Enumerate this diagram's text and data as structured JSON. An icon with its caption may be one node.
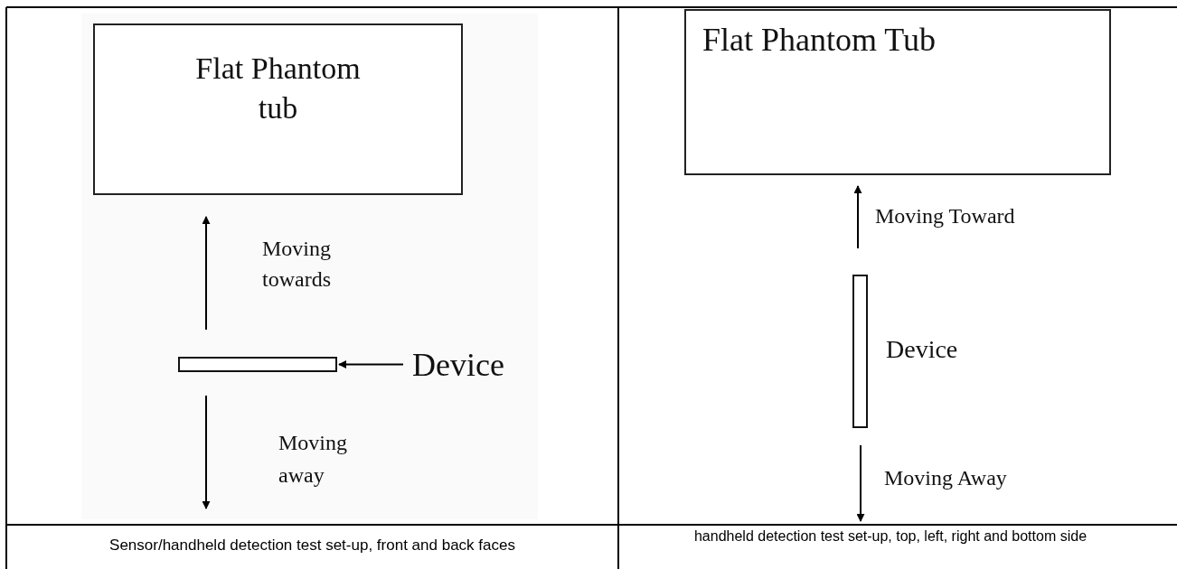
{
  "diagram": {
    "nodes": [
      {
        "text": [
          "Flat Phantom tub"
        ]
      },
      {
        "text": [],
        "shape": "bar"
      },
      {
        "text": [
          "Device"
        ]
      },
      {
        "text": [
          "Flat Phantom Tub"
        ]
      },
      {
        "text": [],
        "shape": "bar",
        "beside": [
          "Device"
        ]
      }
    ],
    "edges": [
      {
        "from": 2,
        "to": 1,
        "arrow": "to"
      }
    ],
    "labels": [
      "Moving towards",
      "Moving away",
      "Moving Toward",
      "Moving Away",
      "Sensor/handheld detection test set-up, front and back faces",
      "handheld detection test set-up, top, left, right and bottom side"
    ]
  }
}
